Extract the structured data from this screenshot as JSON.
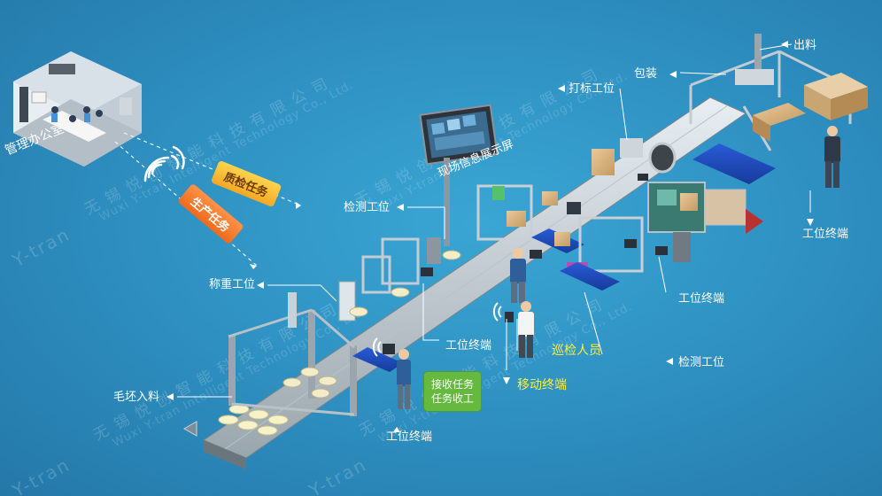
{
  "office_label": "管理办公室",
  "screen_label": "现场信息展示屏",
  "task_quality": "质检任务",
  "task_production": "生产任务",
  "stations": {
    "output": "出料",
    "packing": "包装",
    "labeling": "打标工位",
    "inspection_top": "检测工位",
    "weighing": "称重工位",
    "inspection_bottom": "检测工位",
    "raw_input": "毛坯入料"
  },
  "terminals": {
    "terminal_right": "工位终端",
    "terminal_mid": "工位终端",
    "terminal_center": "工位终端",
    "terminal_bottom": "工位终端"
  },
  "patrol_staff": "巡检人员",
  "mobile_terminal": "移动终端",
  "receive_box": {
    "line1": "接收任务",
    "line2": "任务收工"
  },
  "watermark": {
    "cn": "无 锡 悦 创 智 能 科 技 有 限 公 司",
    "en": "Wuxi Y-tran Intelligent Technology Co., Ltd.",
    "logo": "Y-tran"
  },
  "colors": {
    "background": "#2f8fbd",
    "label_yellow": "#ffef3a",
    "receive_box": "#66b93f"
  }
}
